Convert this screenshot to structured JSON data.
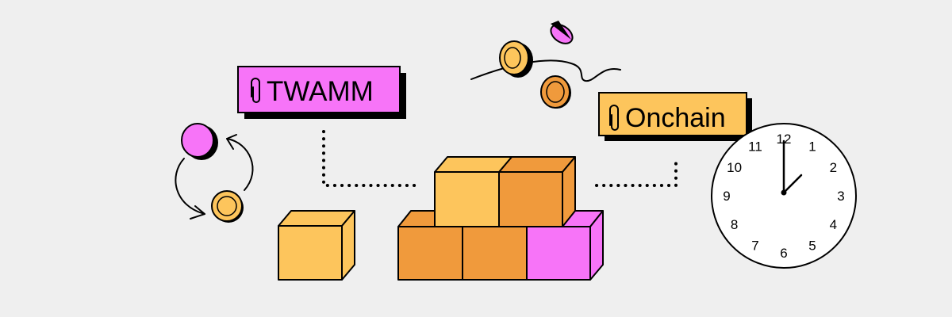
{
  "colors": {
    "background": "#efefef",
    "magenta": "#f774f8",
    "yellow": "#fdc55c",
    "orange": "#f09a3c",
    "outline": "#000000",
    "clock_face": "#ffffff"
  },
  "tags": {
    "twamm": {
      "label": "TWAMM",
      "icon": "paperclip-icon"
    },
    "onchain": {
      "label": "Onchain",
      "icon": "paperclip-icon"
    }
  },
  "clock": {
    "numerals": [
      "12",
      "1",
      "2",
      "3",
      "4",
      "5",
      "6",
      "7",
      "8",
      "9",
      "10",
      "11"
    ],
    "time": "1:00"
  },
  "icons": [
    "paperclip-icon",
    "coin-icon",
    "cycle-arrows-icon",
    "block-cube-icon",
    "clock-icon"
  ]
}
